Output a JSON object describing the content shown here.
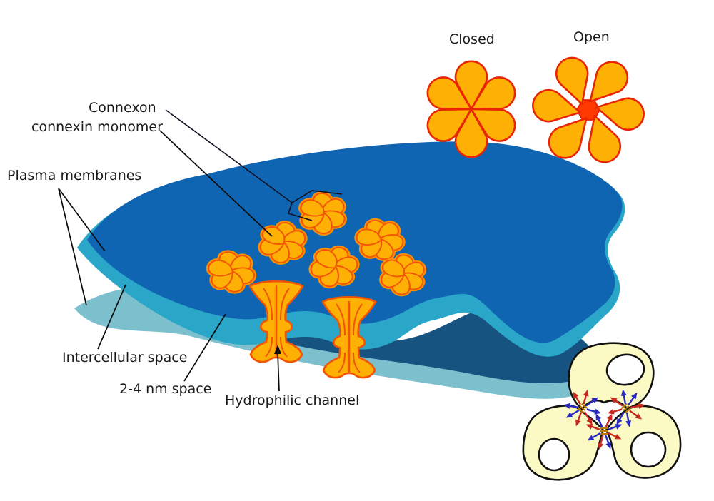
{
  "figure": {
    "subject": "Gap junction connexon diagram between two plasma membranes",
    "labels": {
      "connexon": "Connexon",
      "connexin_monomer": "connexin monomer",
      "plasma_membranes": "Plasma membranes",
      "intercellular_space": "Intercellular space",
      "nm_space": "2-4 nm space",
      "hydrophilic_channel": "Hydrophilic channel",
      "closed": "Closed",
      "open": "Open"
    },
    "colors": {
      "membrane-top-face": "#1065b2",
      "membrane-top-edge": "#2aa6c8",
      "membrane-bottom-face": "#165381",
      "membrane-bottom-edge": "#7cc0cd",
      "connexon-fill": "#ffb005",
      "connexon-glow": "#ff9100",
      "connexon-line": "#f25300",
      "state-stroke": "#e92400",
      "open-pore": "#ff3a00",
      "cell-fill": "#fbf9c4",
      "cell-outline": "#111111",
      "arrow-red": "#c8281e",
      "arrow-blue": "#2929c0",
      "junction-bar": "#b97700",
      "label-text": "#1a1a1a"
    }
  }
}
